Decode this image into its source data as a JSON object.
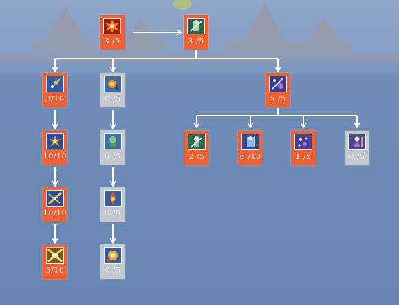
{
  "talent_tree": {
    "root": [
      {
        "level": "3 /5",
        "active": true,
        "icon": "fire-burst-icon"
      },
      {
        "level": "3 /5",
        "active": true,
        "icon": "armored-warrior-icon"
      }
    ],
    "branch_left": [
      {
        "level": "3/10",
        "active": true,
        "icon": "golden-strike-icon"
      },
      {
        "level": "10/10",
        "active": true,
        "icon": "star-burst-icon"
      },
      {
        "level": "10/10",
        "active": true,
        "icon": "crossed-blades-icon"
      },
      {
        "level": "3/10",
        "active": true,
        "icon": "radiant-blades-icon"
      }
    ],
    "branch_middle": [
      {
        "level": "0 /5",
        "active": false,
        "icon": "flame-orb-icon"
      },
      {
        "level": "0 /5",
        "active": false,
        "icon": "green-spirit-icon"
      },
      {
        "level": "0 /5",
        "active": false,
        "icon": "flame-spirit-icon"
      },
      {
        "level": "0 /5",
        "active": false,
        "icon": "golden-fire-spirit-icon"
      }
    ],
    "branch_right_hub": {
      "level": "5 /5",
      "active": true,
      "icon": "arcane-weapons-icon"
    },
    "branch_right_children": [
      {
        "level": "2 /5",
        "active": true,
        "icon": "green-warrior-icon"
      },
      {
        "level": "6 /10",
        "active": true,
        "icon": "blue-knight-icon"
      },
      {
        "level": "1 /5",
        "active": true,
        "icon": "violet-sparkle-icon"
      },
      {
        "level": "0 /5",
        "active": false,
        "icon": "violet-mage-icon"
      }
    ]
  },
  "colors": {
    "active_tile": "#ef6133",
    "inactive_tile": "#c4c8cf",
    "connector": "#ffffff",
    "background": "#6986b3"
  }
}
